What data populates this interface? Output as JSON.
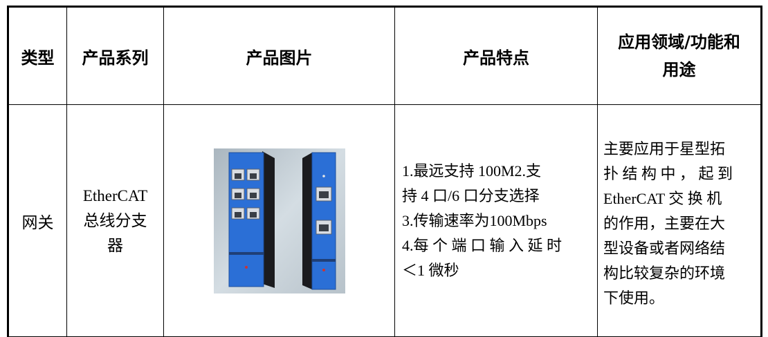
{
  "header": {
    "type": "类型",
    "series": "产品系列",
    "image": "产品图片",
    "features": "产品特点",
    "application_line1": "应用领域/功能和",
    "application_line2": "用途"
  },
  "row": {
    "type": "网关",
    "series_line1": "EtherCAT",
    "series_line2": "总线分支",
    "series_line3": "器",
    "features_lines": [
      "1.最远支持  100M2.支",
      "持 4 口/6 口分支选择",
      "3.传输速率为100Mbps",
      "4.每 个 端 口 输 入 延 时",
      "＜1 微秒"
    ],
    "application_lines": [
      "主要应用于星型拓",
      "扑 结 构 中 ， 起 到",
      "EtherCAT  交 换 机",
      "的作用，主要在大",
      "型设备或者网络结",
      "构比较复杂的环境",
      "下使用。"
    ]
  },
  "colors": {
    "device_blue": "#2b6fd6",
    "device_dark": "#1b1b1e",
    "photo_bg": "#c9d3da"
  }
}
